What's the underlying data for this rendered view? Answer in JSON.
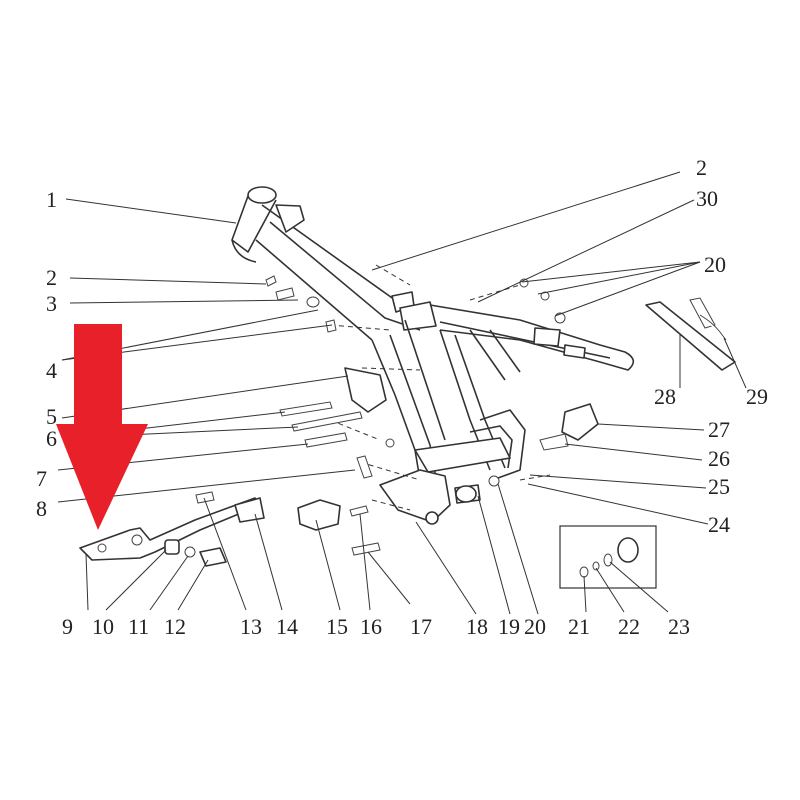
{
  "callouts": [
    {
      "id": "c1",
      "label": "1"
    },
    {
      "id": "c2a",
      "label": "2"
    },
    {
      "id": "c2b",
      "label": "2"
    },
    {
      "id": "c3",
      "label": "3"
    },
    {
      "id": "c4",
      "label": "4"
    },
    {
      "id": "c5",
      "label": "5"
    },
    {
      "id": "c6",
      "label": "6"
    },
    {
      "id": "c7",
      "label": "7"
    },
    {
      "id": "c8",
      "label": "8"
    },
    {
      "id": "c9",
      "label": "9"
    },
    {
      "id": "c10",
      "label": "10"
    },
    {
      "id": "c11",
      "label": "11"
    },
    {
      "id": "c12",
      "label": "12"
    },
    {
      "id": "c13",
      "label": "13"
    },
    {
      "id": "c14",
      "label": "14"
    },
    {
      "id": "c15",
      "label": "15"
    },
    {
      "id": "c16",
      "label": "16"
    },
    {
      "id": "c17",
      "label": "17"
    },
    {
      "id": "c18",
      "label": "18"
    },
    {
      "id": "c19",
      "label": "19"
    },
    {
      "id": "c20a",
      "label": "20"
    },
    {
      "id": "c20b",
      "label": "20"
    },
    {
      "id": "c21",
      "label": "21"
    },
    {
      "id": "c22",
      "label": "22"
    },
    {
      "id": "c23",
      "label": "23"
    },
    {
      "id": "c24",
      "label": "24"
    },
    {
      "id": "c25",
      "label": "25"
    },
    {
      "id": "c26",
      "label": "26"
    },
    {
      "id": "c27",
      "label": "27"
    },
    {
      "id": "c28",
      "label": "28"
    },
    {
      "id": "c29",
      "label": "29"
    },
    {
      "id": "c30",
      "label": "30"
    }
  ],
  "colors": {
    "arrow": "#e8202a",
    "line": "#333333",
    "text": "#222222",
    "background": "#ffffff"
  },
  "icons": {
    "pointer": "red-down-arrow-icon"
  }
}
